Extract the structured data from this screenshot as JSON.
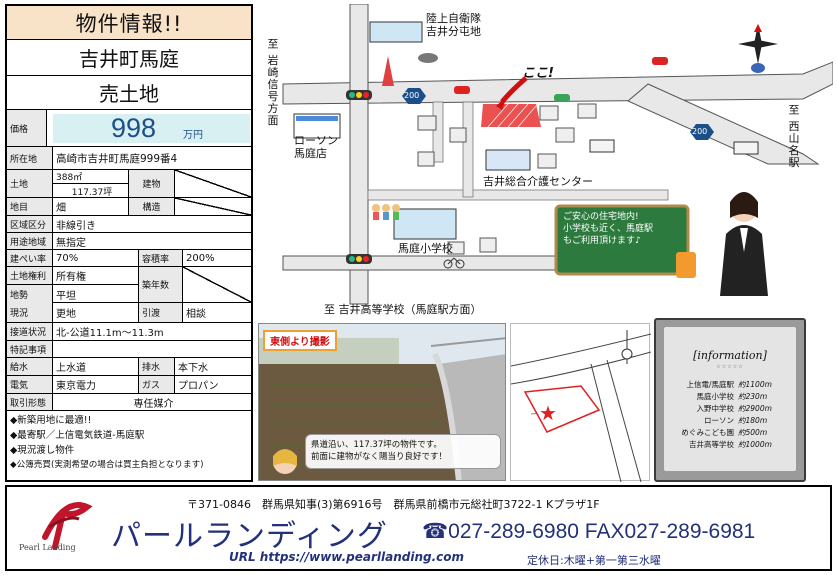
{
  "header": {
    "title": "物件情報!!",
    "address_title": "吉井町馬庭",
    "type_title": "売土地"
  },
  "price": {
    "label": "価格",
    "value": "998",
    "unit": "万円"
  },
  "details": {
    "location_label": "所在地",
    "location": "高崎市吉井町馬庭999番4",
    "land_label": "土地",
    "land_m2": "388㎡",
    "land_tsubo": "117.37坪",
    "building_label": "建物",
    "chimoku_label": "地目",
    "chimoku": "畑",
    "structure_label": "構造",
    "zoning_label": "区域区分",
    "zoning": "非線引き",
    "use_label": "用途地域",
    "use": "無指定",
    "bcr_label": "建ぺい率",
    "bcr": "70%",
    "far_label": "容積率",
    "far": "200%",
    "rights_label": "土地権利",
    "rights": "所有権",
    "built_year_label": "築年数",
    "terrain_label": "地勢",
    "terrain": "平坦",
    "status_label": "現況",
    "status": "更地",
    "handover_label": "引渡",
    "handover": "相談",
    "road_label": "接道状況",
    "road": "北-公道11.1m～11.3m",
    "notes_label": "特記事項",
    "water_label": "給水",
    "water": "上水道",
    "drain_label": "排水",
    "drain": "本下水",
    "power_label": "電気",
    "power": "東京電力",
    "gas_label": "ガス",
    "gas": "プロパン",
    "deal_label": "取引形態",
    "deal": "専任媒介"
  },
  "features": [
    "◆新築用地に最適!!",
    "◆最寄駅／上信電気鉄道-馬庭駅",
    "◆現況渡し物件",
    "◆公簿売買(実測希望の場合は買主負担となります)"
  ],
  "map": {
    "sdf": "陸上自衛隊\n吉井分屯地",
    "here": "ここ!",
    "lawson": "ローソン\n馬庭店",
    "center": "吉井総合介護センター",
    "school": "馬庭小学校",
    "speech": "ご安心の住宅地内!\n小学校も近く、馬庭駅\nもご利用頂けます♪",
    "to_left": "至 岩崎信号方面",
    "to_right": "至 西山名駅",
    "to_bottom": "至 吉井高等学校（馬庭駅方面）",
    "route": "200"
  },
  "photo": {
    "tag": "東側より撮影",
    "caption": "県道沿い、117.37坪の物件です。\n前面に建物がなく陽当り良好です！"
  },
  "info_board": {
    "title": "[information]",
    "stars": "☆☆☆☆☆",
    "items": [
      {
        "name": "上信電/馬庭駅",
        "dist": "約1100m"
      },
      {
        "name": "馬庭小学校",
        "dist": "約230m"
      },
      {
        "name": "入野中学校",
        "dist": "約2900m"
      },
      {
        "name": "ローソン",
        "dist": "約180m"
      },
      {
        "name": "めぐみこども園",
        "dist": "約500m"
      },
      {
        "name": "吉井高等学校",
        "dist": "約1000m"
      }
    ]
  },
  "footer": {
    "address": "〒371-0846　群馬県知事(3)第6916号　群馬県前橋市元総社町3722-1 Kプラザ1F",
    "brand": "パールランディング",
    "tel": "☎027-289-6980  FAX027-289-6981",
    "url": "URL https://www.pearllanding.com",
    "holiday": "定休日:木曜+第一第三水曜",
    "logo_text": "Pearl Landing"
  },
  "colors": {
    "title_bg": "#f8e3c8",
    "price_bg": "#d9f0f3",
    "brand": "#23307a",
    "accent_red": "#d01010"
  }
}
